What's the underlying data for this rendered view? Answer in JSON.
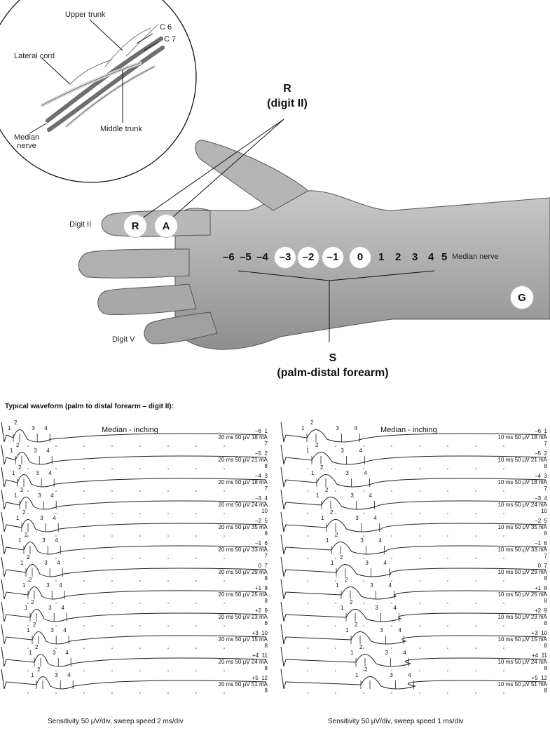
{
  "inset": {
    "labels": {
      "upper_trunk": "Upper trunk",
      "c6": "C 6",
      "c7": "C 7",
      "lateral_cord": "Lateral cord",
      "middle_trunk": "Middle trunk",
      "median_nerve": "Median\nnerve"
    }
  },
  "hand": {
    "r_label_1": "R",
    "r_label_2": "(digit II)",
    "s_label_1": "S",
    "s_label_2": "(palm-distal forearm)",
    "digit_ii": "Digit II",
    "digit_v": "Digit V",
    "median_nerve": "Median nerve",
    "circle_r": "R",
    "circle_a": "A",
    "circle_g": "G",
    "scale": [
      "–6",
      "–5",
      "–4",
      "–3",
      "–2",
      "–1",
      "0",
      "1",
      "2",
      "3",
      "4",
      "5"
    ],
    "scale_circled": [
      3,
      4,
      5,
      6
    ]
  },
  "waveform_title": "Typical waveform (palm to distal forearm – digit II):",
  "panels": [
    {
      "title": "Median - inching",
      "footer": "Sensitivity 50 μV/div, sweep speed 2 ms/div",
      "traces": [
        {
          "pos": "–6",
          "n": "1",
          "info": "20 ms 50 μV 18 mA",
          "c": "7"
        },
        {
          "pos": "–5",
          "n": "2",
          "info": "20 ms 50 μV 21 mA",
          "c": "8"
        },
        {
          "pos": "–4",
          "n": "3",
          "info": "20 ms 50 μV 18 mA",
          "c": "7"
        },
        {
          "pos": "–3",
          "n": "4",
          "info": "20 ms 50 μV 24 mA",
          "c": "10"
        },
        {
          "pos": "–2",
          "n": "5",
          "info": "20 ms 50 μV 35 mA",
          "c": "8"
        },
        {
          "pos": "–1",
          "n": "6",
          "info": "20 ms 50 μV 33 mA",
          "c": "7"
        },
        {
          "pos": "0",
          "n": "7",
          "info": "20 ms 50 μV 29 mA",
          "c": "8"
        },
        {
          "pos": "+1",
          "n": "8",
          "info": "20 ms 50 μV 25 mA",
          "c": "8"
        },
        {
          "pos": "+2",
          "n": "9",
          "info": "20 ms 50 μV 23 mA",
          "c": "8"
        },
        {
          "pos": "+3",
          "n": "10",
          "info": "20 ms 50 μV 15 mA",
          "c": "8"
        },
        {
          "pos": "+4",
          "n": "11",
          "info": "20 ms 50 μV 24 mA",
          "c": "8"
        },
        {
          "pos": "+5",
          "n": "12",
          "info": "20 ms 50 μV 51 mA",
          "c": "8"
        }
      ]
    },
    {
      "title": "Median - inching",
      "footer": "Sensitivity 50 μV/div, sweep speed 1 ms/div",
      "traces": [
        {
          "pos": "–6",
          "n": "1",
          "info": "10 ms 50 μV 18 mA",
          "c": "7"
        },
        {
          "pos": "–5",
          "n": "2",
          "info": "10 ms 50 μV 21 mA",
          "c": "8"
        },
        {
          "pos": "–4",
          "n": "3",
          "info": "10 ms 50 μV 18 mA",
          "c": "7"
        },
        {
          "pos": "–3",
          "n": "4",
          "info": "10 ms 50 μV 24 mA",
          "c": "10"
        },
        {
          "pos": "–2",
          "n": "5",
          "info": "10 ms 50 μV 35 mA",
          "c": "8"
        },
        {
          "pos": "–1",
          "n": "6",
          "info": "10 ms 50 μV 33 mA",
          "c": "7"
        },
        {
          "pos": "0",
          "n": "7",
          "info": "10 ms 50 μV 29 mA",
          "c": "8"
        },
        {
          "pos": "+1",
          "n": "8",
          "info": "10 ms 50 μV 25 mA",
          "c": "8"
        },
        {
          "pos": "+2",
          "n": "9",
          "info": "10 ms 50 μV 23 mA",
          "c": "8"
        },
        {
          "pos": "+3",
          "n": "10",
          "info": "10 ms 50 μV 15 mA",
          "c": "8"
        },
        {
          "pos": "+4",
          "n": "11",
          "info": "10 ms 50 μV 24 mA",
          "c": "8"
        },
        {
          "pos": "+5",
          "n": "12",
          "info": "10 ms 50 μV 51 mA",
          "c": "8"
        }
      ]
    }
  ],
  "peak_labels": [
    "1",
    "2",
    "3",
    "4"
  ],
  "colors": {
    "skin": "#a8a8a8",
    "nerve": "#6e6e6e",
    "trace": "#222222"
  }
}
